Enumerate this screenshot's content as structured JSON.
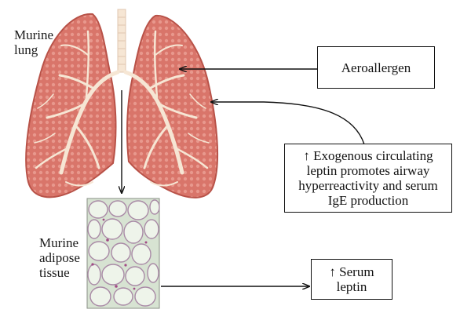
{
  "labels": {
    "lung_line1": "Murine",
    "lung_line2": "lung",
    "adipose_line1": "Murine",
    "adipose_line2": "adipose",
    "adipose_line3": "tissue"
  },
  "boxes": {
    "aeroallergen": "Aeroallergen",
    "leptin_effect": [
      "↑ Exogenous circulating",
      "leptin promotes airway",
      "hyperreactivity and serum",
      "IgE production"
    ],
    "serum_leptin": [
      "↑ Serum",
      "leptin"
    ]
  },
  "colors": {
    "lung_fill": "#d9756a",
    "lung_edge": "#b85248",
    "airway": "#f6e6d4",
    "adipose_bg": "#d7e3d2",
    "adipose_cell": "#a98aa6"
  }
}
